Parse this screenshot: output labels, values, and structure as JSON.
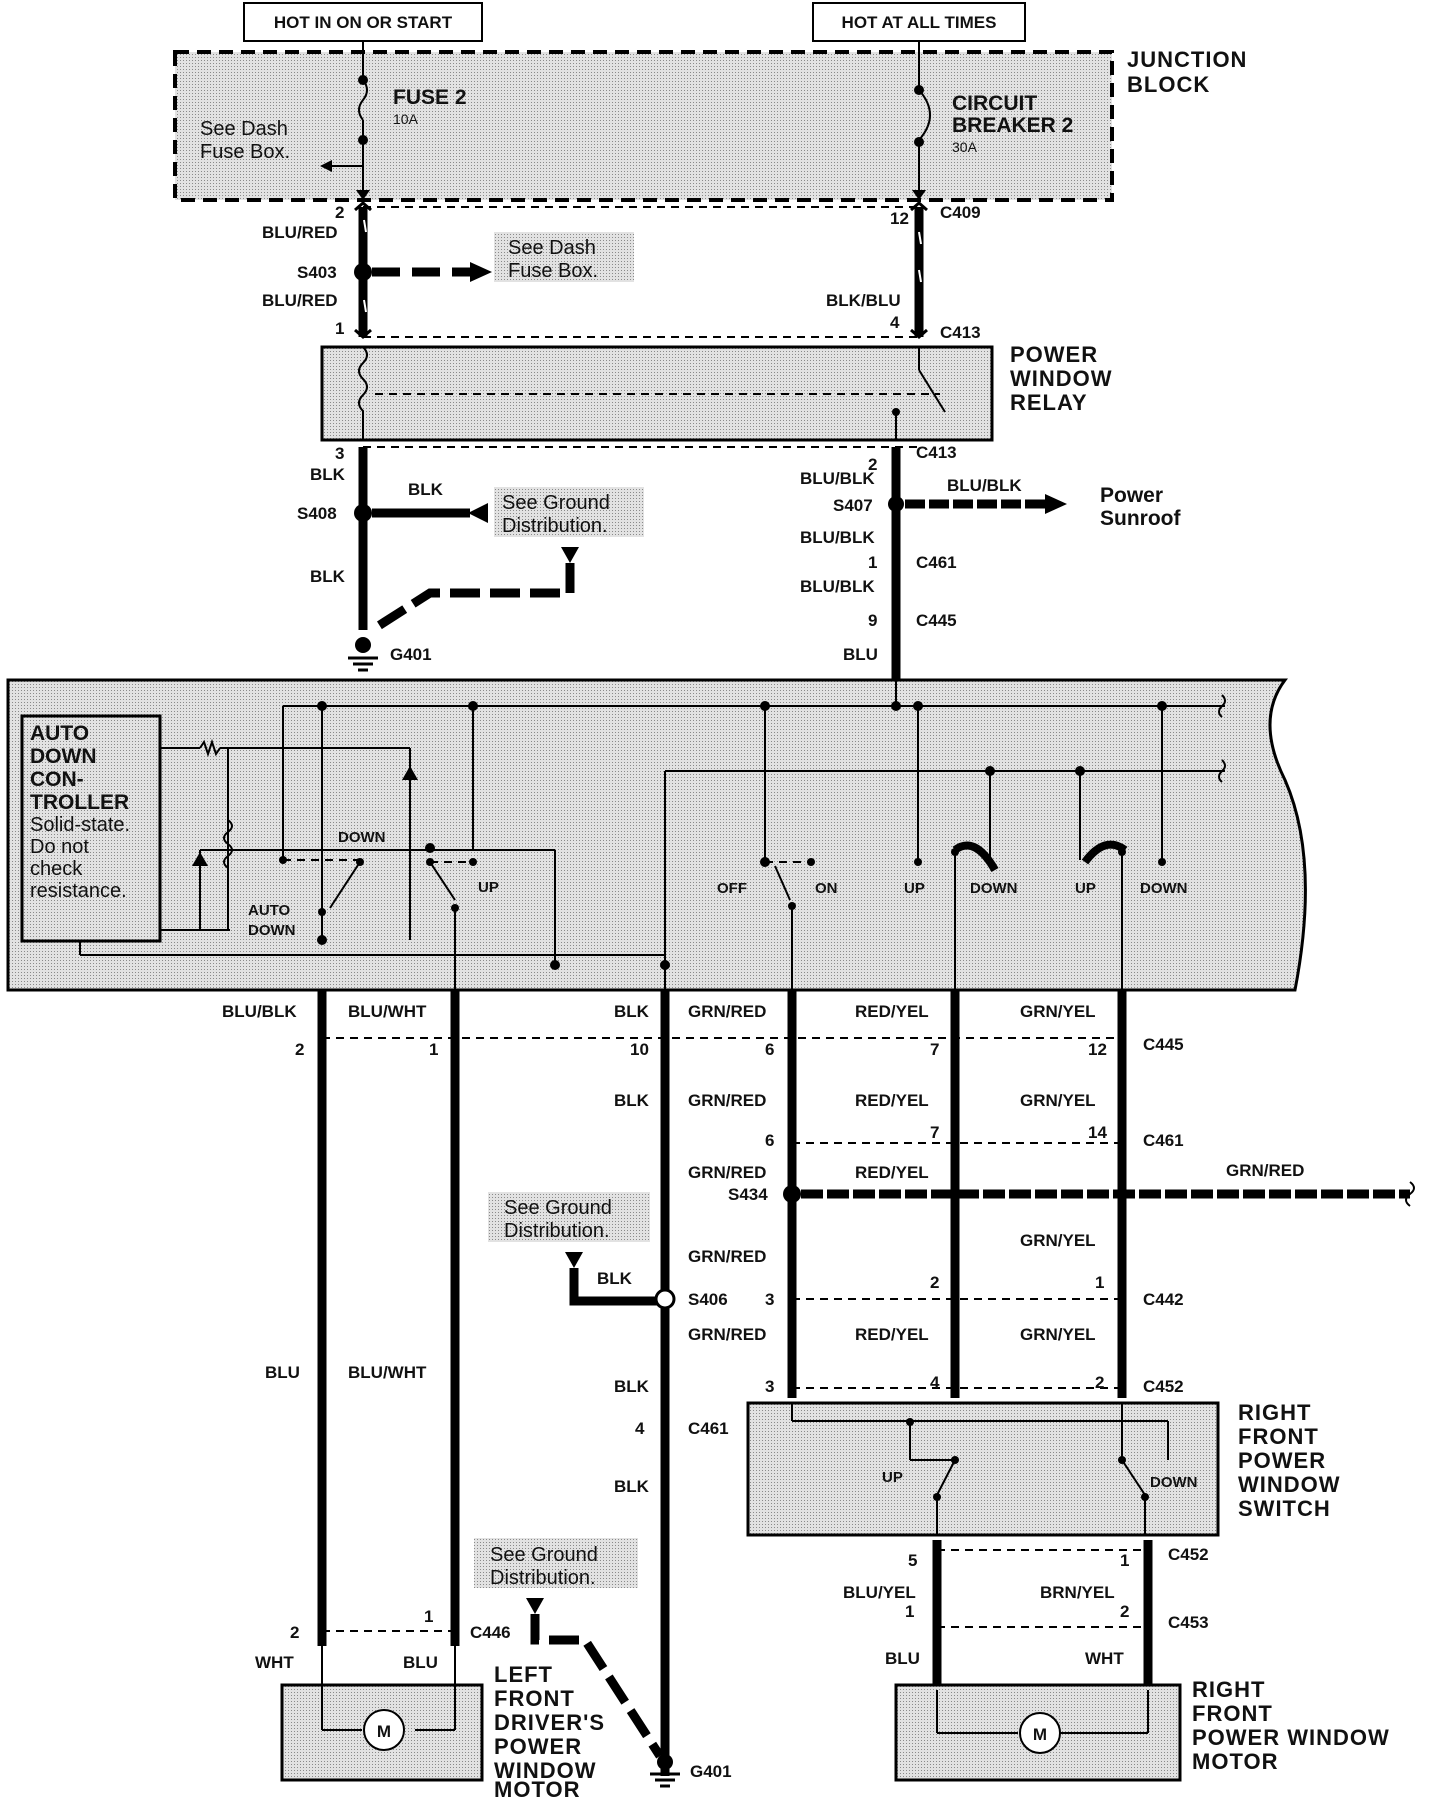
{
  "top": {
    "hot_run": "HOT IN ON OR START",
    "hot_all": "HOT AT ALL TIMES",
    "junction_block": [
      "JUNCTION",
      "BLOCK"
    ],
    "fuse_name": "FUSE 2",
    "fuse_rating": "10A",
    "see_dash_1": [
      "See Dash",
      "Fuse Box."
    ],
    "breaker_name": [
      "CIRCUIT",
      "BREAKER 2"
    ],
    "breaker_rating": "30A"
  },
  "upper_left": {
    "pin_2": "2",
    "wire_blured_1": "BLU/RED",
    "splice_s403": "S403",
    "see_dash_2": [
      "See Dash",
      "Fuse Box."
    ],
    "wire_blured_2": "BLU/RED",
    "pin_1": "1",
    "pin_3": "3",
    "wire_blk_1": "BLK",
    "splice_s408": "S408",
    "wire_blk_branch": "BLK",
    "see_ground_1": [
      "See Ground",
      "Distribution."
    ],
    "wire_blk_2": "BLK",
    "ground_g401_top": "G401"
  },
  "upper_right": {
    "pin_12": "12",
    "conn_c409": "C409",
    "wire_blkblu": "BLK/BLU",
    "pin_4": "4",
    "conn_c413_a": "C413",
    "relay": [
      "POWER",
      "WINDOW",
      "RELAY"
    ],
    "pin_2": "2",
    "conn_c413_b": "C413",
    "wire_blublk_1": "BLU/BLK",
    "splice_s407": "S407",
    "wire_blublk_sunroof": "BLU/BLK",
    "sunroof": [
      "Power",
      "Sunroof"
    ],
    "wire_blublk_2": "BLU/BLK",
    "pin_1": "1",
    "conn_c461": "C461",
    "wire_blublk_3": "BLU/BLK",
    "pin_9": "9",
    "conn_c445": "C445",
    "wire_blu": "BLU"
  },
  "master_switch": {
    "auto_down": [
      "AUTO",
      "DOWN",
      "CON-",
      "TROLLER"
    ],
    "solid_state": [
      "Solid-state.",
      "Do not",
      "check",
      "resistance."
    ],
    "down": "DOWN",
    "up": "UP",
    "auto_down_label": [
      "AUTO",
      "DOWN"
    ],
    "off": "OFF",
    "on": "ON",
    "rf_up": "UP",
    "rf_down": "DOWN",
    "rr_up": "UP",
    "rr_down": "DOWN"
  },
  "lower": {
    "w1_top": "BLU/BLK",
    "w2_top": "BLU/WHT",
    "w3_top": "BLK",
    "w4_top": "GRN/RED",
    "w5_top": "RED/YEL",
    "w6_top": "GRN/YEL",
    "p_2": "2",
    "p_1": "1",
    "p_10": "10",
    "p_6": "6",
    "p_7": "7",
    "p_12": "12",
    "conn_c445": "C445",
    "w3_b": "BLK",
    "w4_b": "GRN/RED",
    "w5_b": "RED/YEL",
    "w6_b": "GRN/YEL",
    "p_6b": "6",
    "p_7b": "7",
    "p_14": "14",
    "conn_c461": "C461",
    "w4_c": "GRN/RED",
    "w5_c": "RED/YEL",
    "splice_s434": "S434",
    "wire_grnred_right": "GRN/RED",
    "see_ground_2": [
      "See Ground",
      "Distribution."
    ],
    "w4_d": "GRN/RED",
    "w6_d": "GRN/YEL",
    "wire_blk_branch2": "BLK",
    "splice_s406": "S406",
    "p_2c": "2",
    "p_1c": "1",
    "p_3c": "3",
    "conn_c442": "C442",
    "w4_e": "GRN/RED",
    "w5_e": "RED/YEL",
    "w6_e": "GRN/YEL",
    "w1_mid": "BLU",
    "w2_mid": "BLU/WHT",
    "w3_mid": "BLK",
    "p_3d": "3",
    "p_4d": "4",
    "p_2d": "2",
    "conn_c452": "C452",
    "p_4e": "4",
    "conn_c461_b": "C461",
    "w3_low": "BLK",
    "rf_switch": [
      "RIGHT",
      "FRONT",
      "POWER",
      "WINDOW",
      "SWITCH"
    ],
    "rf_up": "UP",
    "rf_down": "DOWN",
    "see_ground_3": [
      "See Ground",
      "Distribution."
    ],
    "p_5": "5",
    "p_1f": "1",
    "conn_c452_b": "C452",
    "wire_bluyel": "BLU/YEL",
    "wire_brnyel": "BRN/YEL",
    "p_1g": "1",
    "p_2g": "2",
    "conn_c453": "C453",
    "wire_blu_r": "BLU",
    "wire_wht_r": "WHT",
    "p_2h": "2",
    "p_1h": "1",
    "conn_c446": "C446",
    "wire_wht_l": "WHT",
    "wire_blu_l": "BLU",
    "left_motor": [
      "LEFT",
      "FRONT",
      "DRIVER'S",
      "POWER",
      "WINDOW",
      "MOTOR"
    ],
    "ground_g401_bottom": "G401",
    "right_motor": [
      "RIGHT",
      "FRONT",
      "POWER WINDOW",
      "MOTOR"
    ],
    "motor_symbol": "M"
  }
}
